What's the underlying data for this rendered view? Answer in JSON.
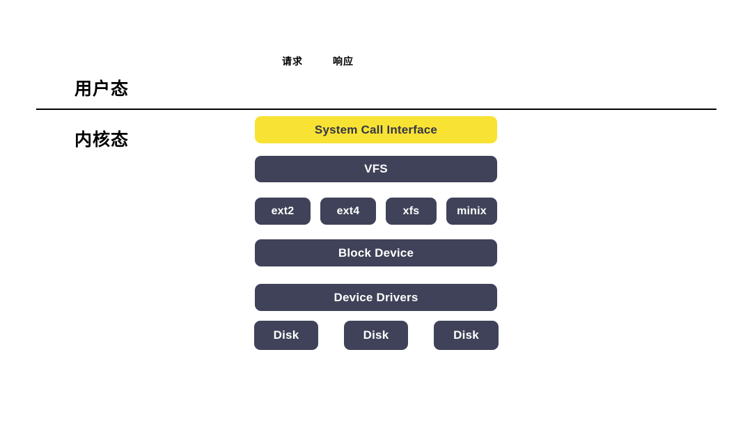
{
  "flow": {
    "request": "请求",
    "response": "响应"
  },
  "modes": {
    "user": "用户态",
    "kernel": "内核态"
  },
  "stack": {
    "system_call_interface": "System Call Interface",
    "vfs": "VFS",
    "filesystems": [
      "ext2",
      "ext4",
      "xfs",
      "minix"
    ],
    "block_device": "Block Device",
    "device_drivers": "Device Drivers",
    "disks": [
      "Disk",
      "Disk",
      "Disk"
    ]
  },
  "colors": {
    "highlight": "#F8E233",
    "dark_box": "#3F4258",
    "dark_box_text": "#FFFFFF",
    "highlight_text": "#343649",
    "divider": "#000000",
    "background": "#FFFFFF",
    "label_text": "#000000"
  }
}
